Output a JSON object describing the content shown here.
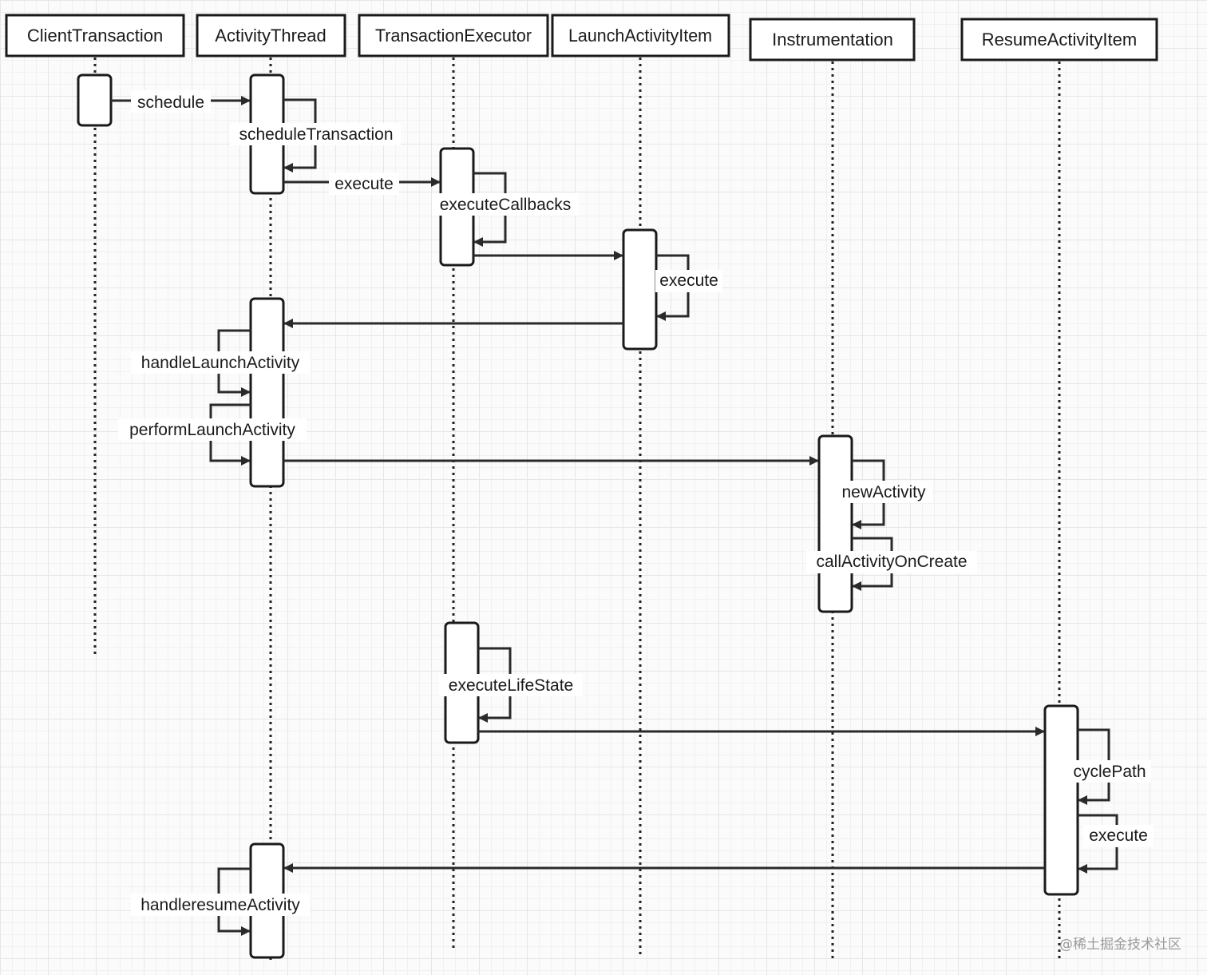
{
  "participants": [
    {
      "id": "client",
      "label": "ClientTransaction"
    },
    {
      "id": "thread",
      "label": "ActivityThread"
    },
    {
      "id": "executor",
      "label": "TransactionExecutor"
    },
    {
      "id": "launch",
      "label": "LaunchActivityItem"
    },
    {
      "id": "instr",
      "label": "Instrumentation"
    },
    {
      "id": "resume",
      "label": "ResumeActivityItem"
    }
  ],
  "messages": [
    {
      "from": "client",
      "to": "thread",
      "label": "schedule"
    },
    {
      "from": "thread",
      "to": "thread",
      "label": "scheduleTransaction"
    },
    {
      "from": "thread",
      "to": "executor",
      "label": "execute"
    },
    {
      "from": "executor",
      "to": "executor",
      "label": "executeCallbacks"
    },
    {
      "from": "executor",
      "to": "launch",
      "label": ""
    },
    {
      "from": "launch",
      "to": "launch",
      "label": "execute"
    },
    {
      "from": "launch",
      "to": "thread",
      "label": ""
    },
    {
      "from": "thread",
      "to": "thread",
      "label": "handleLaunchActivity"
    },
    {
      "from": "thread",
      "to": "thread",
      "label": "performLaunchActivity"
    },
    {
      "from": "thread",
      "to": "instr",
      "label": ""
    },
    {
      "from": "instr",
      "to": "instr",
      "label": "newActivity"
    },
    {
      "from": "instr",
      "to": "instr",
      "label": "callActivityOnCreate"
    },
    {
      "from": "executor",
      "to": "executor",
      "label": "executeLifeState"
    },
    {
      "from": "executor",
      "to": "resume",
      "label": ""
    },
    {
      "from": "resume",
      "to": "resume",
      "label": "cyclePath"
    },
    {
      "from": "resume",
      "to": "resume",
      "label": "execute"
    },
    {
      "from": "resume",
      "to": "thread",
      "label": ""
    },
    {
      "from": "thread",
      "to": "thread",
      "label": "handleresumeActivity"
    }
  ],
  "watermark": "@稀土掘金技术社区",
  "colors": {
    "line": "#2a2a2a",
    "box_border": "#1a1a1a",
    "grid": "#e6e6e6",
    "background": "#fbfbfb"
  }
}
